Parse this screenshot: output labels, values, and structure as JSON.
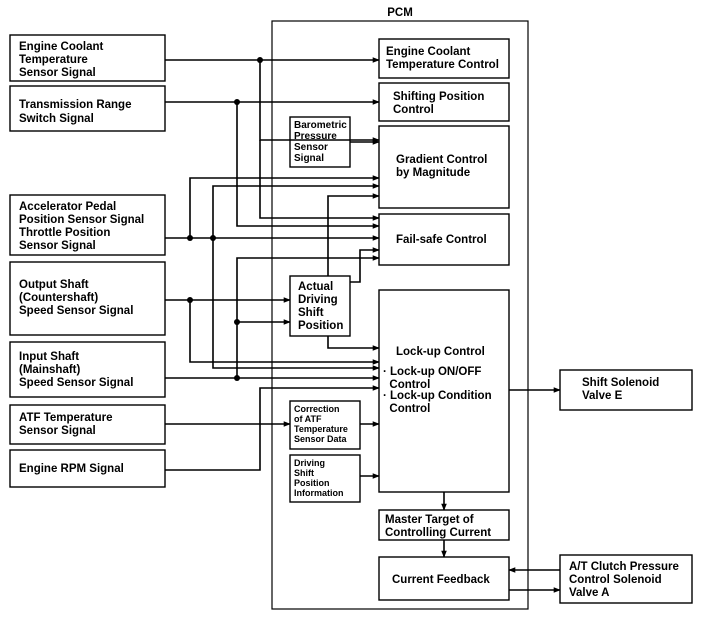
{
  "pcm": {
    "title": "PCM"
  },
  "inputs": {
    "engine_coolant": [
      "Engine Coolant",
      "Temperature",
      "Sensor Signal"
    ],
    "transmission_range": [
      "Transmission Range",
      "Switch Signal"
    ],
    "accel_throttle": [
      "Accelerator Pedal",
      "Position Sensor Signal",
      "Throttle Position",
      "Sensor Signal"
    ],
    "output_shaft": [
      "Output Shaft",
      "(Countershaft)",
      "Speed Sensor Signal"
    ],
    "input_shaft": [
      "Input Shaft",
      "(Mainshaft)",
      "Speed Sensor Signal"
    ],
    "atf_temp": [
      "ATF Temperature",
      "Sensor Signal"
    ],
    "engine_rpm": [
      "Engine RPM Signal"
    ]
  },
  "controls": {
    "ect_control": [
      "Engine Coolant",
      "Temperature Control"
    ],
    "shift_position": [
      "Shifting Position",
      "Control"
    ],
    "barometric": [
      "Barometric",
      "Pressure",
      "Sensor",
      "Signal"
    ],
    "gradient": [
      "Gradient Control",
      "by Magnitude"
    ],
    "failsafe": [
      "Fail-safe Control"
    ],
    "actual_driving": [
      "Actual",
      "Driving",
      "Shift",
      "Position"
    ],
    "lockup": [
      "Lock-up Control",
      "· Lock-up ON/OFF",
      "  Control",
      "· Lock-up Condition",
      "  Control"
    ],
    "atf_correction": [
      "Correction",
      "of ATF",
      "Temperature",
      "Sensor Data"
    ],
    "driving_info": [
      "Driving",
      "Shift",
      "Position",
      "Information"
    ],
    "master_target": [
      "Master Target of",
      "Controlling Current"
    ],
    "current_feedback": [
      "Current Feedback"
    ]
  },
  "outputs": {
    "shift_solenoid_e": [
      "Shift Solenoid",
      "Valve E"
    ],
    "clutch_solenoid_a": [
      "A/T Clutch Pressure",
      "Control Solenoid",
      "Valve A"
    ]
  }
}
